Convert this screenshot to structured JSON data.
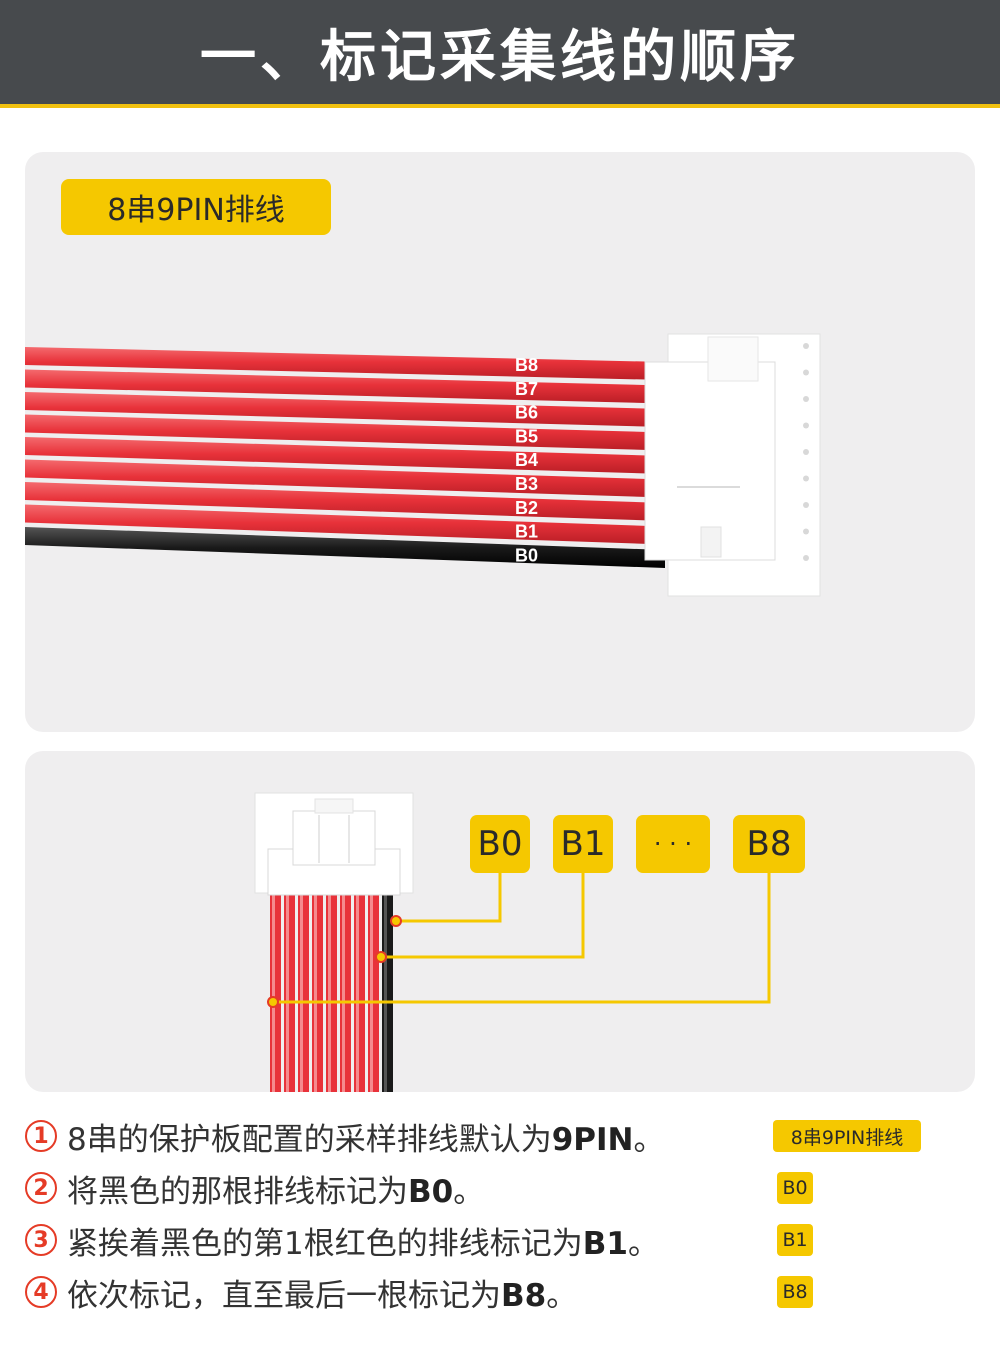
{
  "header": {
    "title": "一、标记采集线的顺序"
  },
  "panel1": {
    "tag": "8串9PIN排线",
    "wire_labels": [
      "B8",
      "B7",
      "B6",
      "B5",
      "B4",
      "B3",
      "B2",
      "B1",
      "B0"
    ]
  },
  "panel2": {
    "boxes": [
      "B0",
      "B1",
      "· · ·",
      "B8"
    ]
  },
  "steps": [
    {
      "num": "1",
      "text": "8串的保护板配置的采样排线默认为",
      "bold": "9PIN",
      "end": "。",
      "tag": "8串9PIN排线"
    },
    {
      "num": "2",
      "text": "将黑色的那根排线标记为",
      "bold": "B0",
      "end": "。",
      "tag": "B0"
    },
    {
      "num": "3",
      "text": "紧挨着黑色的第1根红色的排线标记为",
      "bold": "B1",
      "end": "。",
      "tag": "B1"
    },
    {
      "num": "4",
      "text": "依次标记，直至最后一根标记为",
      "bold": "B8",
      "end": "。",
      "tag": "B8"
    }
  ],
  "colors": {
    "accent": "#f5c800",
    "wire_red": "#e8323a",
    "wire_black": "#1a1a1a",
    "step_red": "#e53b26",
    "header_bg": "#474a4d"
  }
}
